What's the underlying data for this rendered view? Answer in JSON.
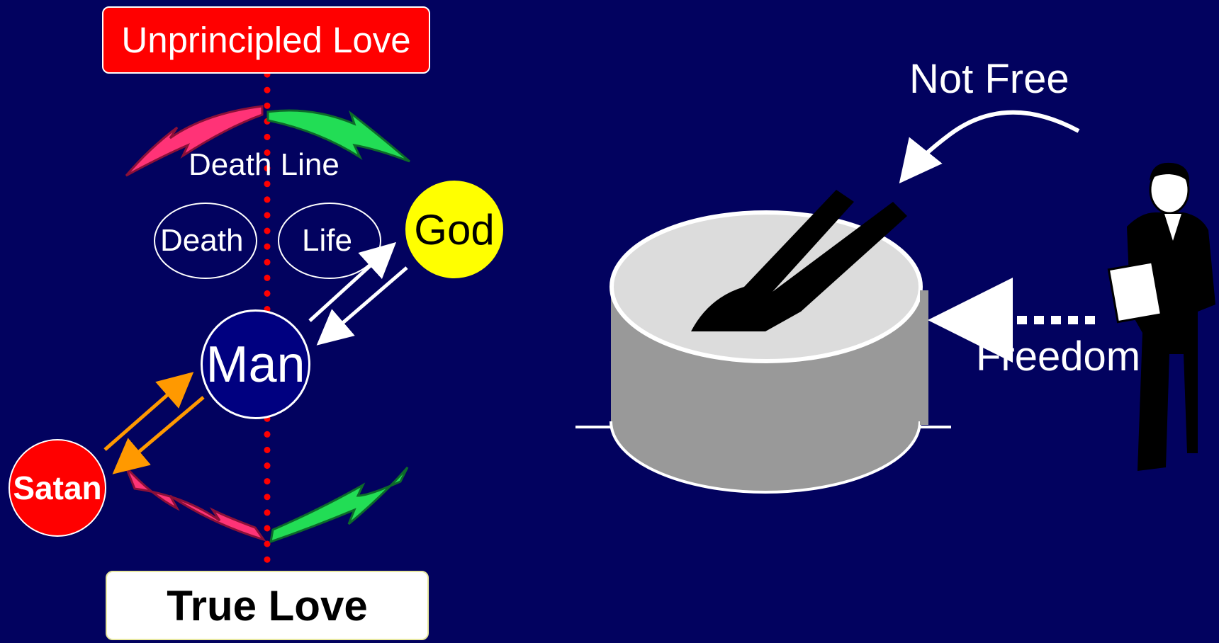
{
  "labels": {
    "unprincipled_love": "Unprincipled Love",
    "true_love": "True Love",
    "death_line": "Death Line",
    "death": "Death",
    "life": "Life",
    "god": "God",
    "man": "Man",
    "satan": "Satan",
    "not_free": "Not Free",
    "freedom": "Freedom"
  },
  "colors": {
    "background": "#02025f",
    "unprincipled_box": "#ff0000",
    "god_circle": "#ffff00",
    "man_circle": "#000080",
    "satan_circle": "#ff0000",
    "death_line": "#ff0000",
    "satan_arrows": "#ff9900",
    "pink_arrow": "#ff3377",
    "green_arrow": "#22dd55"
  }
}
